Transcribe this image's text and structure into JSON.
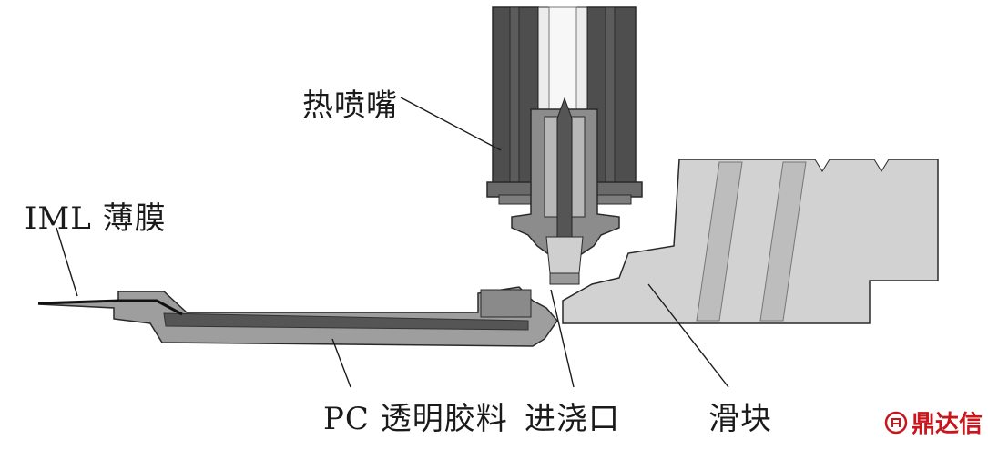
{
  "labels": {
    "hot_nozzle": "热喷嘴",
    "iml_film": "IML 薄膜",
    "pc_material": "PC 透明胶料",
    "gate": "进浇口",
    "slider": "滑块"
  },
  "watermark": {
    "text": "鼎达信"
  },
  "colors": {
    "nozzle_dark": "#4e4e4e",
    "part_gray": "#9e9e9e",
    "slider_gray": "#d2d2d2",
    "outline": "#2a2a2a",
    "watermark_red": "#c8161d"
  }
}
